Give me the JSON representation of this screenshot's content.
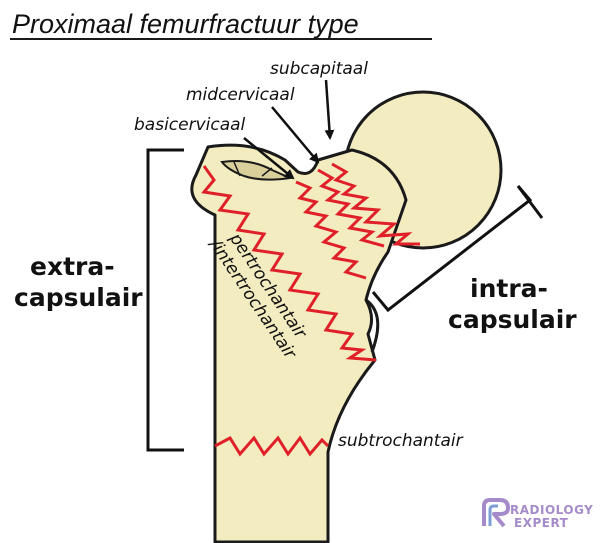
{
  "title": "Proximaal femurfractuur type",
  "labels": {
    "subcapitaal": "subcapitaal",
    "midcervicaal": "midcervicaal",
    "basicervicaal": "basicervicaal",
    "pertro_line1": "pertrochantair",
    "pertro_line2": "/intertrochantair",
    "subtrochantair": "subtrochantair",
    "extra_line1": "extra-",
    "extra_line2": "capsulair",
    "intra_line1": "intra-",
    "intra_line2": "capsulair"
  },
  "logo": {
    "line1": "RADIOLOGY",
    "line2": "EXPERT"
  },
  "colors": {
    "bone_fill": "#f3ecc0",
    "outline": "#1a1a1a",
    "fracture": "#e02028",
    "logo": "#a58bc9"
  }
}
